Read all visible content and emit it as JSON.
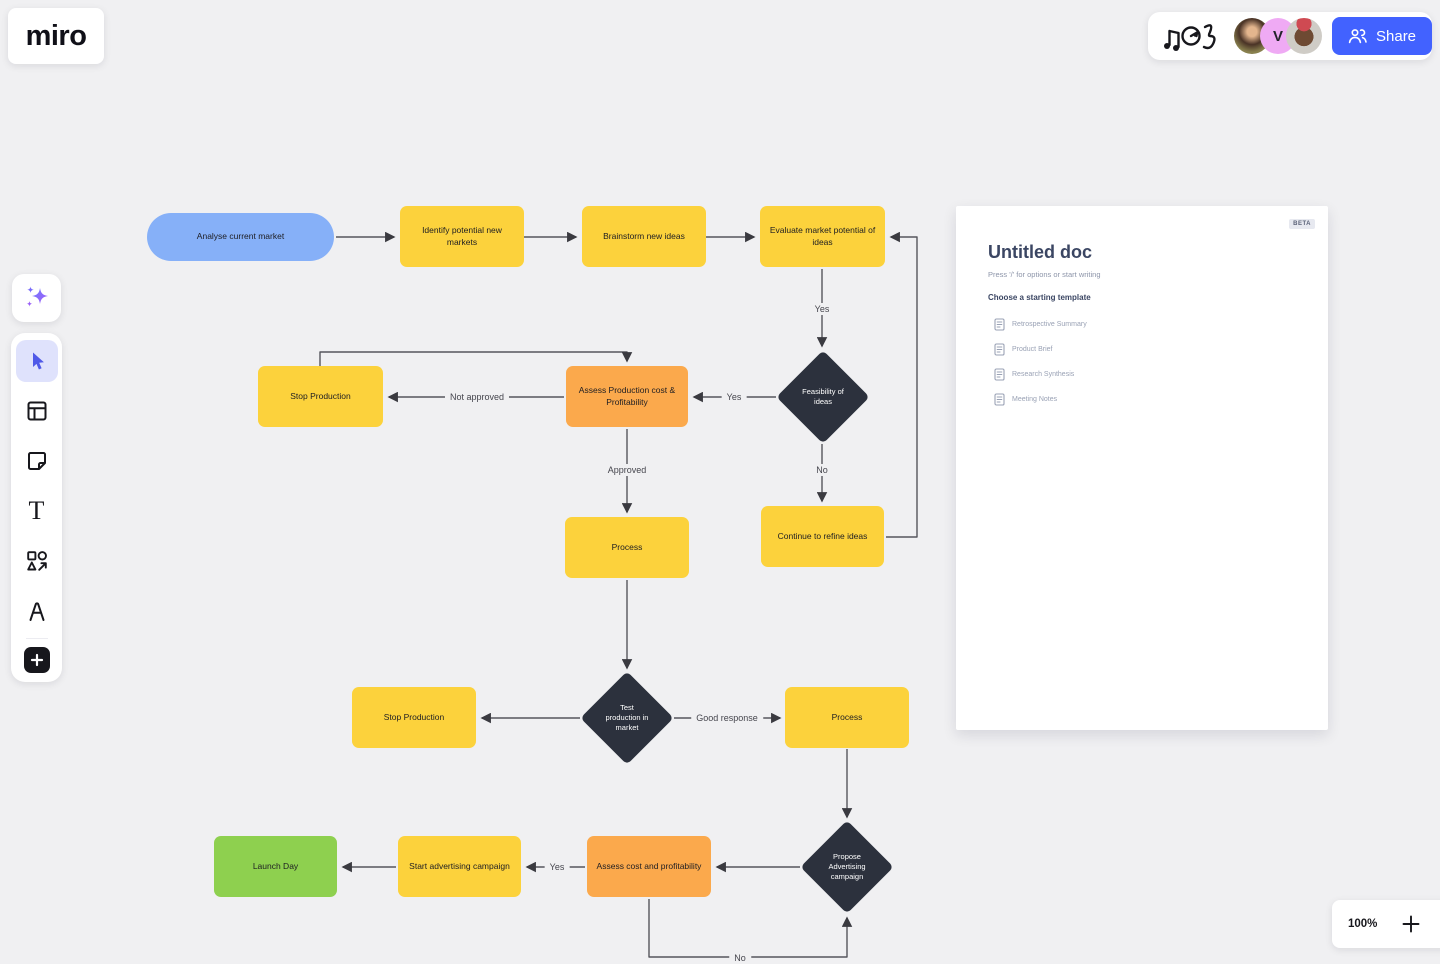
{
  "app": {
    "name": "miro"
  },
  "topbar": {
    "doodle_icon": "music-doodle-icon",
    "avatars": [
      {
        "name": "collaborator-photo-1",
        "initial": ""
      },
      {
        "name": "collaborator-v",
        "initial": "V"
      },
      {
        "name": "collaborator-photo-2",
        "initial": ""
      }
    ],
    "share": {
      "label": "Share",
      "color": "#4262ff"
    }
  },
  "toolbar": {
    "text_tool_glyph": "T",
    "plus_glyph": "+",
    "items": [
      "ai-assistant",
      "select",
      "templates",
      "sticky-note",
      "text",
      "shapes",
      "pen",
      "add-more"
    ],
    "active_item": "select"
  },
  "flowchart": {
    "colors": {
      "yellow": "#fcd23c",
      "orange": "#fba94c",
      "green": "#8ed04f",
      "blue": "#86b0f8",
      "dark": "#2c313d"
    },
    "nodes": {
      "analyse": {
        "label": "Analyse current market",
        "shape": "pill",
        "color": "#86b0f8"
      },
      "identify": {
        "label": "Identify potential new markets",
        "shape": "rect",
        "color": "#fcd23c"
      },
      "brainstorm": {
        "label": "Brainstorm new ideas",
        "shape": "rect",
        "color": "#fcd23c"
      },
      "evaluate": {
        "label": "Evaluate market potential of ideas",
        "shape": "rect",
        "color": "#fcd23c"
      },
      "feasibility": {
        "label": "Feasibility of\nideas",
        "shape": "diamond",
        "color": "#2c313d"
      },
      "assess_production": {
        "label": "Assess Production cost &\nProfitability",
        "shape": "rect",
        "color": "#fba94c"
      },
      "stop_production_1": {
        "label": "Stop Production",
        "shape": "rect",
        "color": "#fcd23c"
      },
      "process_1": {
        "label": "Process",
        "shape": "rect",
        "color": "#fcd23c"
      },
      "continue_refine": {
        "label": "Continue to refine ideas",
        "shape": "rect",
        "color": "#fcd23c"
      },
      "test_production": {
        "label": "Test\nproduction in\nmarket",
        "shape": "diamond",
        "color": "#2c313d"
      },
      "stop_production_2": {
        "label": "Stop Production",
        "shape": "rect",
        "color": "#fcd23c"
      },
      "process_2": {
        "label": "Process",
        "shape": "rect",
        "color": "#fcd23c"
      },
      "propose_advertising": {
        "label": "Propose\nAdvertising\ncampaign",
        "shape": "diamond",
        "color": "#2c313d"
      },
      "assess_cost": {
        "label": "Assess cost and profitability",
        "shape": "rect",
        "color": "#fba94c"
      },
      "start_advertising": {
        "label": "Start advertising campaign",
        "shape": "rect",
        "color": "#fcd23c"
      },
      "launch_day": {
        "label": "Launch Day",
        "shape": "rect",
        "color": "#8ed04f"
      }
    },
    "edge_labels": {
      "yes_feasibility": "Yes",
      "yes_to_assess": "Yes",
      "not_approved": "Not approved",
      "approved": "Approved",
      "no_refine": "No",
      "good_response": "Good response",
      "yes_campaign": "Yes",
      "no_campaign": "No"
    }
  },
  "doc_panel": {
    "beta_badge": "BETA",
    "title": "Untitled doc",
    "placeholder": "Press '/' for options or start writing",
    "templates_heading": "Choose a starting template",
    "templates": [
      {
        "label": "Retrospective Summary",
        "icon": "document-icon"
      },
      {
        "label": "Product Brief",
        "icon": "document-icon"
      },
      {
        "label": "Research Synthesis",
        "icon": "document-icon"
      },
      {
        "label": "Meeting Notes",
        "icon": "document-icon"
      }
    ]
  },
  "zoom_control": {
    "level": "100%"
  }
}
